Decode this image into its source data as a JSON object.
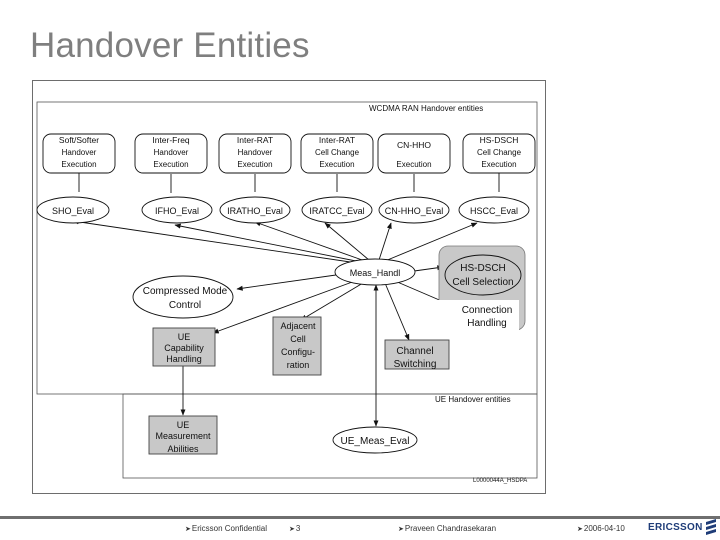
{
  "slide": {
    "title": "Handover Entities"
  },
  "diagram": {
    "ran_label": "WCDMA RAN Handover entities",
    "ue_label": "UE Handover entities",
    "figure_id": "L0000044A_HSDPA",
    "execution_boxes": [
      [
        "Soft/Softer",
        "Handover",
        "Execution"
      ],
      [
        "Inter-Freq",
        "Handover",
        "Execution"
      ],
      [
        "Inter-RAT",
        "Handover",
        "Execution"
      ],
      [
        "Inter-RAT",
        "Cell Change",
        "Execution"
      ],
      [
        "CN-HHO",
        "Execution"
      ],
      [
        "HS-DSCH",
        "Cell Change",
        "Execution"
      ]
    ],
    "eval_nodes": [
      "SHO_Eval",
      "IFHO_Eval",
      "IRATHO_Eval",
      "IRATCC_Eval",
      "CN-HHO_Eval",
      "HSCC_Eval"
    ],
    "meas_handl": "Meas_Handl",
    "hs_dsch_selection": [
      "HS-DSCH",
      "Cell Selection"
    ],
    "connection_handling": [
      "Connection",
      "Handling"
    ],
    "compressed_mode": [
      "Compressed Mode",
      "Control"
    ],
    "ue_capability": [
      "UE",
      "Capability",
      "Handling"
    ],
    "adjacent_cell": [
      "Adjacent",
      "Cell",
      "Configu-",
      "ration"
    ],
    "channel_switching": [
      "Channel",
      "Switching"
    ],
    "ue_measurement": [
      "UE",
      "Measurement",
      "Abilities"
    ],
    "ue_meas_eval": "UE_Meas_Eval"
  },
  "footer": {
    "confidential": "Ericsson Confidential",
    "page": "3",
    "author": "Praveen Chandrasekaran",
    "date": "2006-04-10",
    "logo": "ERICSSON"
  },
  "colors": {
    "gray_fill": "#c8c8c8",
    "title": "#7f7f7f",
    "logo": "#1e3c78"
  }
}
